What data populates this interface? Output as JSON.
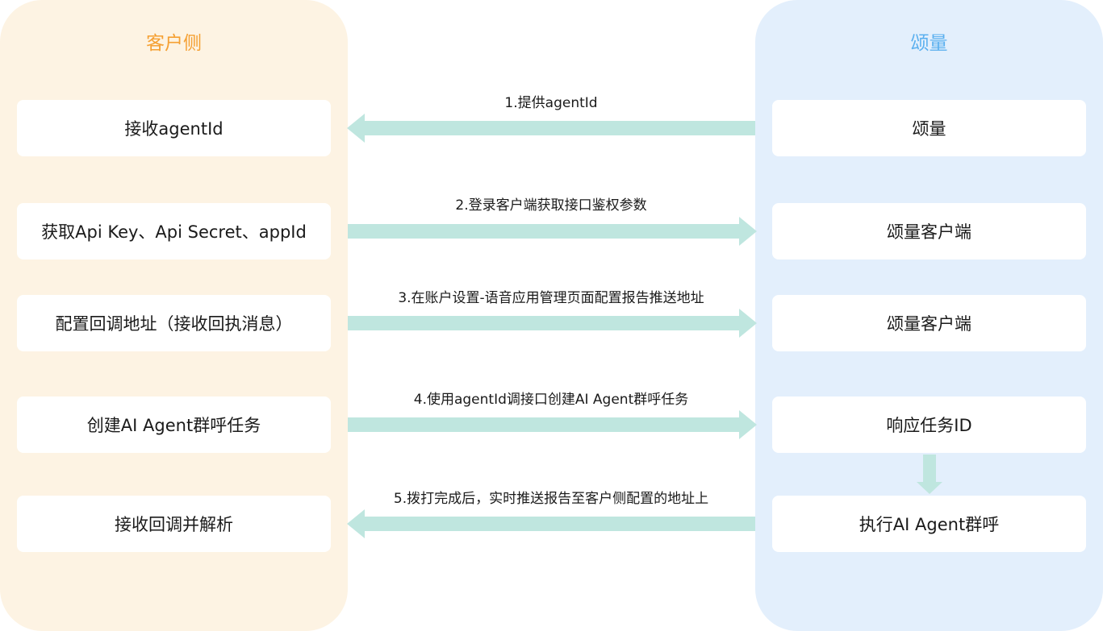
{
  "left_panel": {
    "title": "客户侧",
    "boxes": [
      "接收agentId",
      "获取Api Key、Api Secret、appId",
      "配置回调地址（接收回执消息）",
      "创建AI Agent群呼任务",
      "接收回调并解析"
    ]
  },
  "right_panel": {
    "title": "颂量",
    "boxes": [
      "颂量",
      "颂量客户端",
      "颂量客户端",
      "响应任务ID",
      "执行AI Agent群呼"
    ]
  },
  "arrows": [
    {
      "label": "1.提供agentId",
      "direction": "left"
    },
    {
      "label": "2.登录客户端获取接口鉴权参数",
      "direction": "right"
    },
    {
      "label": "3.在账户设置-语音应用管理页面配置报告推送地址",
      "direction": "right"
    },
    {
      "label": "4.使用agentId调接口创建AI Agent群呼任务",
      "direction": "right"
    },
    {
      "label": "5.拨打完成后，实时推送报告至客户侧配置的地址上",
      "direction": "left"
    }
  ],
  "colors": {
    "left_panel_bg": "#fdf3e3",
    "left_title": "#f5a033",
    "right_panel_bg": "#e3effc",
    "right_title": "#5bb0ef",
    "arrow": "#bfe6df"
  }
}
